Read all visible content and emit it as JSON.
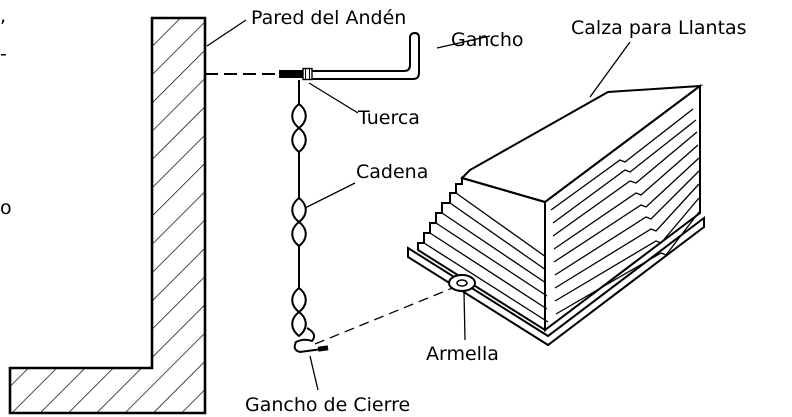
{
  "diagram": {
    "labels": {
      "wall": "Pared del Andén",
      "hook": "Gancho",
      "chock": "Calza para Llantas",
      "nut": "Tuerca",
      "chain": "Cadena",
      "eye_bolt": "Armella",
      "closing_hook": "Gancho de Cierre"
    },
    "cropped_edge_text": [
      ",",
      "-",
      "o"
    ]
  }
}
